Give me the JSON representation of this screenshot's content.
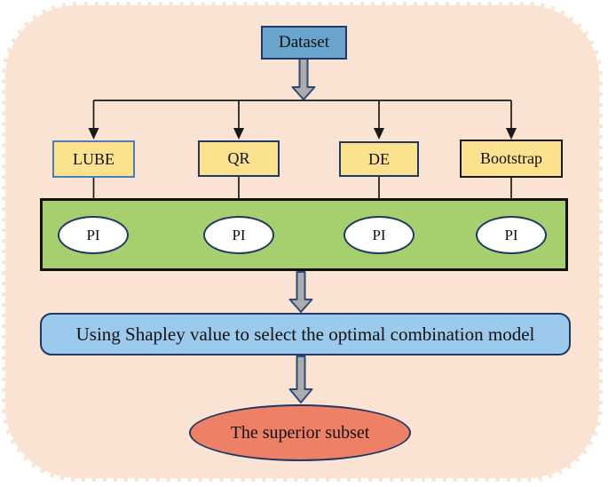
{
  "flowchart": {
    "background": {
      "fill": "#FAE3D2"
    },
    "dataset": {
      "label": "Dataset",
      "fill": "#68A4CC",
      "border": "#1F3864"
    },
    "methods": [
      {
        "label": "LUBE",
        "fill": "#FCE28E",
        "border": "#4A7EBB"
      },
      {
        "label": "QR",
        "fill": "#FCE28E",
        "border": "#203864"
      },
      {
        "label": "DE",
        "fill": "#FCE28E",
        "border": "#203864"
      },
      {
        "label": "Bootstrap",
        "fill": "#FCE28E",
        "border": "#1A1A1A"
      }
    ],
    "pi_band": {
      "fill": "#A6CF6D",
      "border": "#111111",
      "items": [
        {
          "label": "PI",
          "border": "#203864"
        },
        {
          "label": "PI",
          "border": "#203864"
        },
        {
          "label": "PI",
          "border": "#203864"
        },
        {
          "label": "PI",
          "border": "#203864"
        }
      ]
    },
    "shapley": {
      "label": "Using Shapley value to select the optimal combination model",
      "fill": "#9BCAEC",
      "border": "#1F3864"
    },
    "result": {
      "label": "The superior subset",
      "fill": "#EE8066",
      "border": "#1F3864"
    },
    "thick_arrow": {
      "fill": "#ACACAC",
      "outline": "#2E4A76"
    },
    "connector_color": "#1A1A1A"
  }
}
